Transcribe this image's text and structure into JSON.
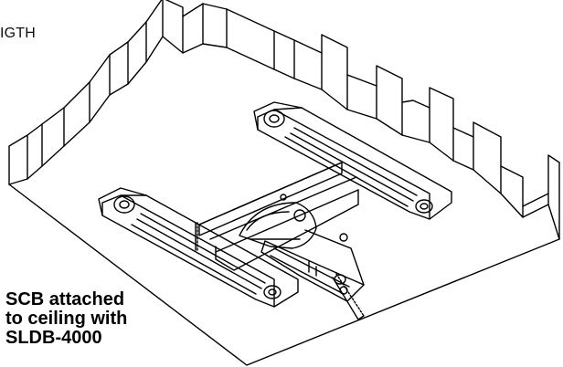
{
  "labels": {
    "cut_text": "IGTH",
    "caption": [
      "SCB attached",
      "to ceiling with",
      "SLDB-4000"
    ]
  }
}
